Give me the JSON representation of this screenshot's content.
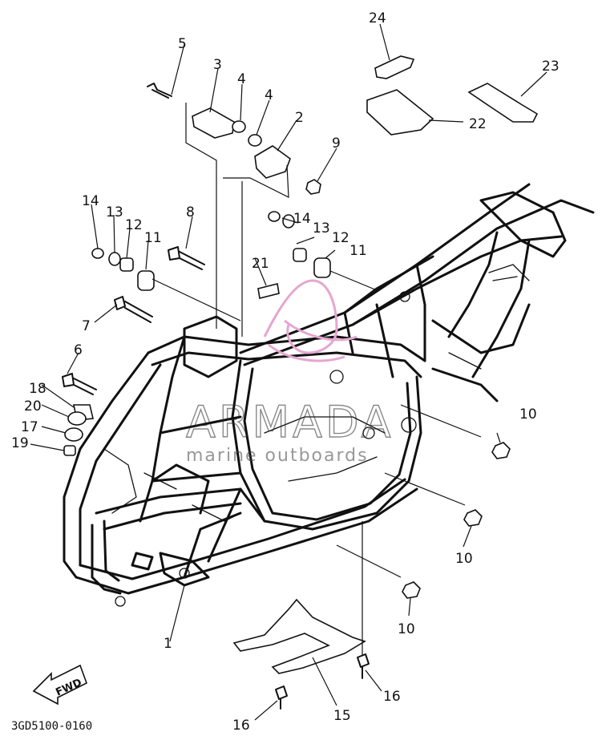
{
  "watermark": {
    "brand": "ARMADA",
    "tagline": "marine outboards",
    "logo_color": "#e6a6cf"
  },
  "diagram": {
    "part_number": "3GD5100-0160",
    "fwd_label": "FWD"
  },
  "callouts": {
    "c1": "1",
    "c2": "2",
    "c3": "3",
    "c4a": "4",
    "c4b": "4",
    "c5": "5",
    "c6": "6",
    "c7": "7",
    "c8": "8",
    "c9": "9",
    "c10a": "10",
    "c10b": "10",
    "c10c": "10",
    "c11a": "11",
    "c11b": "11",
    "c12a": "12",
    "c12b": "12",
    "c13a": "13",
    "c13b": "13",
    "c14a": "14",
    "c14b": "14",
    "c15": "15",
    "c16a": "16",
    "c16b": "16",
    "c17": "17",
    "c18": "18",
    "c19": "19",
    "c20": "20",
    "c21": "21",
    "c22": "22",
    "c23": "23",
    "c24": "24"
  }
}
